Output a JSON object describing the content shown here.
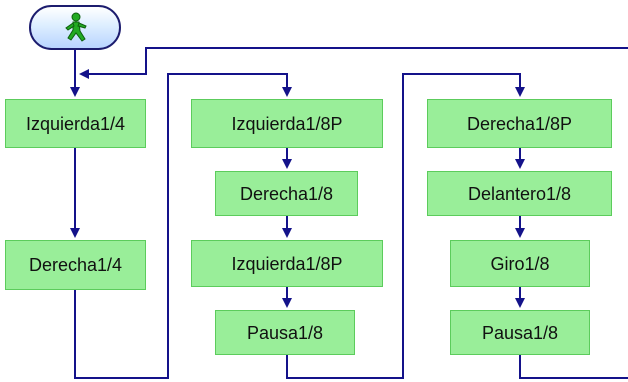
{
  "start": {
    "icon": "walking-person-icon"
  },
  "colors": {
    "connector": "#14128a",
    "block_fill": "#99ee99",
    "block_border": "#5ccc5c",
    "start_border": "#1c1c6e",
    "start_icon": "#22aa22"
  },
  "columns": [
    {
      "blocks": [
        "Izquierda1/4",
        "Derecha1/4"
      ]
    },
    {
      "blocks": [
        "Izquierda1/8P",
        "Derecha1/8",
        "Izquierda1/8P",
        "Pausa1/8"
      ]
    },
    {
      "blocks": [
        "Derecha1/8P",
        "Delantero1/8",
        "Giro1/8",
        "Pausa1/8"
      ]
    }
  ]
}
